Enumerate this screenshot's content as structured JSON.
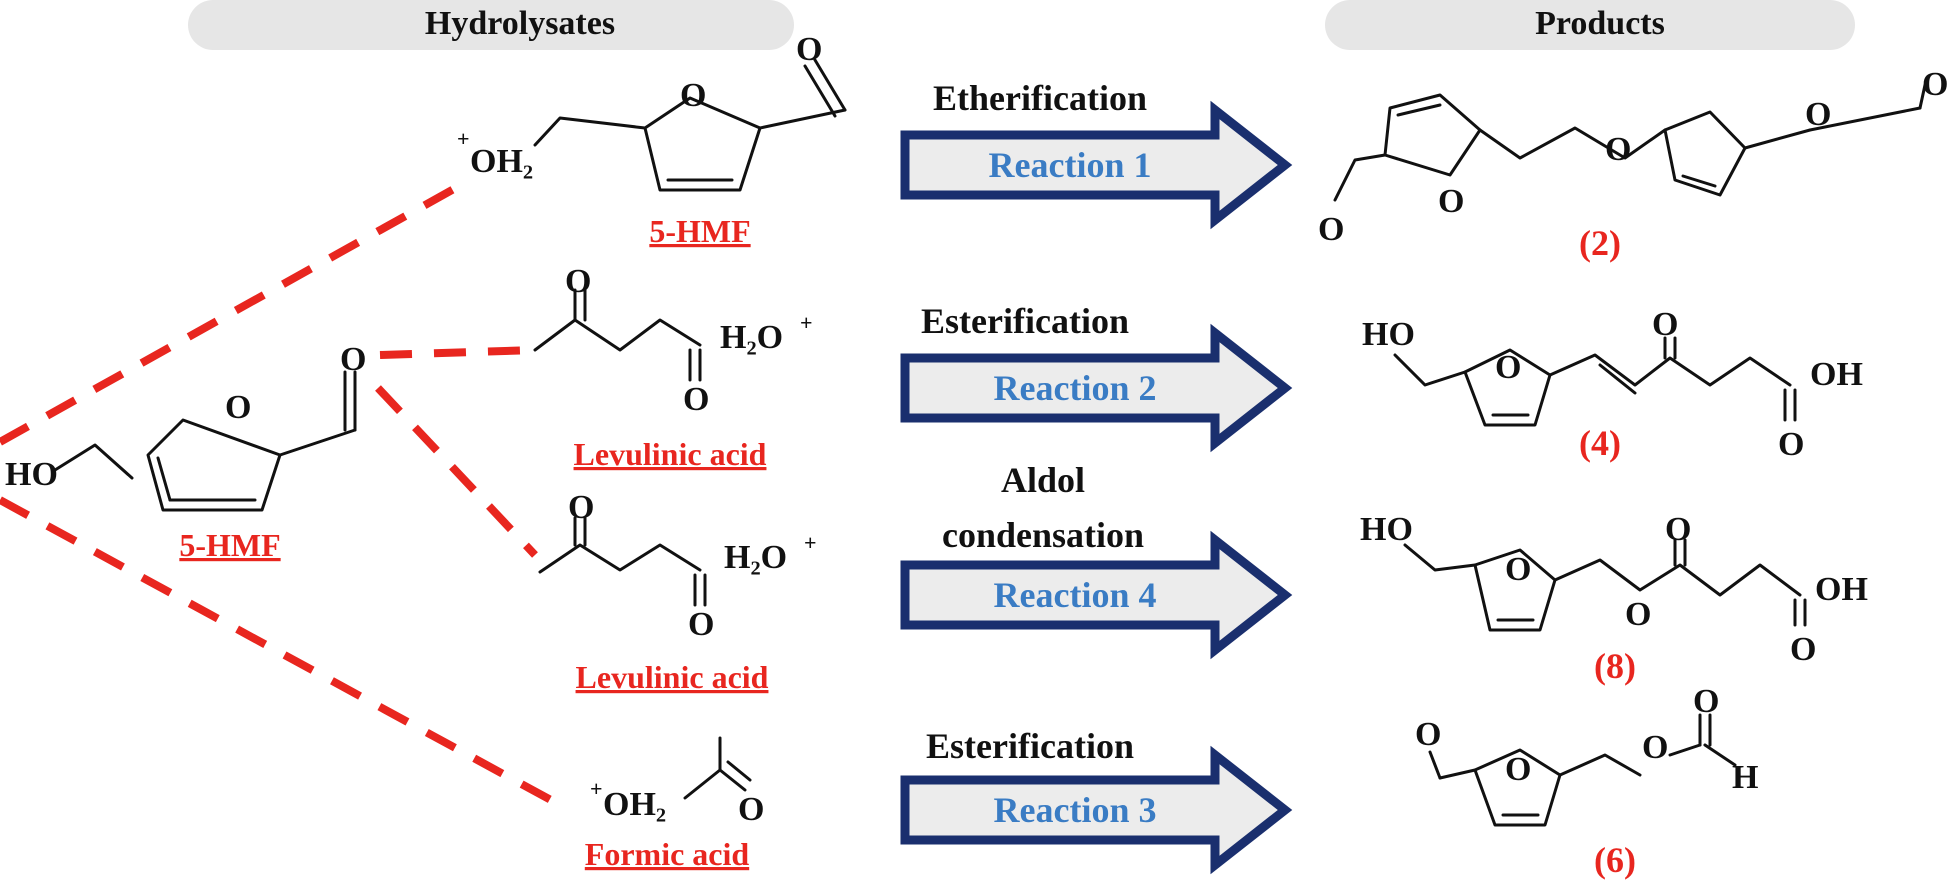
{
  "headers": {
    "left": "Hydrolysates",
    "right": "Products"
  },
  "hydrolysates": {
    "hmf_center": "5-HMF",
    "hmf_top": "5-HMF",
    "levulinic_1": "Levulinic acid",
    "levulinic_2": "Levulinic acid",
    "formic": "Formic acid"
  },
  "atoms": {
    "O": "O",
    "OH": "OH",
    "HO": "HO",
    "H": "H",
    "plus": "+",
    "two": "2",
    "H2O": "H₂O",
    "OH2": "OH₂"
  },
  "reactions": [
    {
      "type": "Etherification",
      "label": "Reaction 1",
      "product": "(2)"
    },
    {
      "type": "Esterification",
      "label": "Reaction 2",
      "product": "(4)"
    },
    {
      "type_line1": "Aldol",
      "type_line2": "condensation",
      "label": "Reaction 4",
      "product": "(8)"
    },
    {
      "type": "Esterification",
      "label": "Reaction 3",
      "product": "(6)"
    }
  ],
  "colors": {
    "highlight": "#e8261f",
    "arrow_border": "#1a2f6e",
    "reaction_label": "#3a7cc4",
    "header_pill": "#e6e6e6"
  }
}
